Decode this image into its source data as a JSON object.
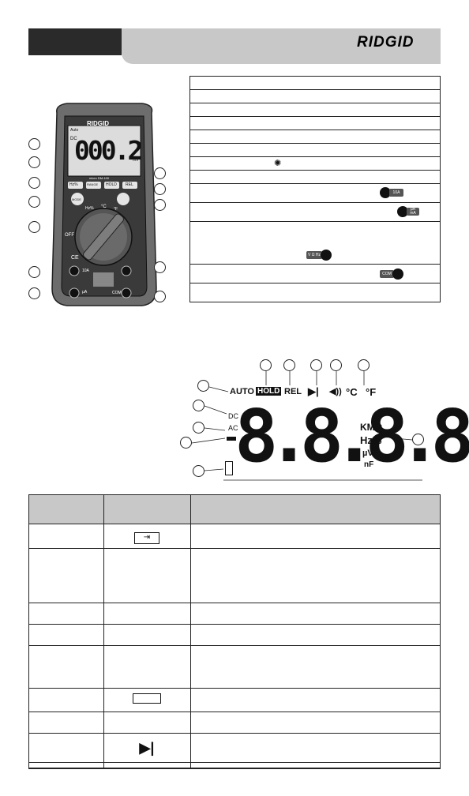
{
  "header": {
    "brand": "RIDGID"
  },
  "meter": {
    "brand": "RIDGID",
    "model": "micro DM-100",
    "lcd_small": "Auto",
    "lcd_dc": "DC",
    "lcd_reading": "000.2",
    "lcd_unit": "mV",
    "buttons": [
      "Hz%",
      "RANGE",
      "HOLD",
      "REL"
    ],
    "mode_button": "MODE",
    "dial_labels": {
      "hz": "Hz%",
      "c": "°C",
      "f": "°F",
      "off": "OFF",
      "ce": "CE"
    },
    "jack_10a": "10A",
    "jack_ua": "µA",
    "jack_com": "COM"
  },
  "legend": {
    "jack_10a": "10A",
    "jack_ua_top": "µA",
    "jack_ua_bottom": "mA",
    "jack_volt": "V Ω Hz",
    "jack_com": "COM"
  },
  "lcd": {
    "auto": "AUTO",
    "hold": "HOLD",
    "rel": "REL",
    "celsius": "°C",
    "fahrenheit": "°F",
    "dc": "DC",
    "ac": "AC",
    "digits": "8.8.8.8",
    "unit1": "KMΩ",
    "unit2": "Hz%",
    "unit3": "µVA",
    "unit4": "nF"
  }
}
